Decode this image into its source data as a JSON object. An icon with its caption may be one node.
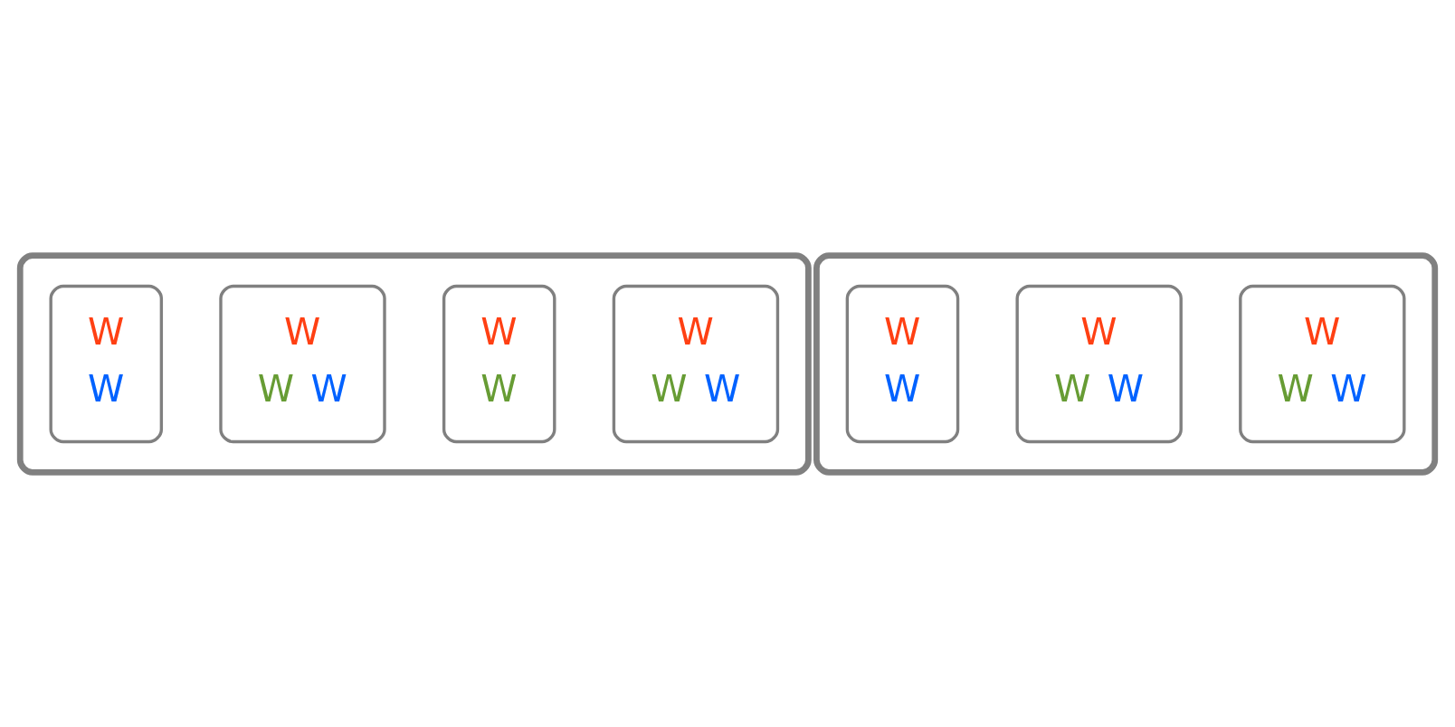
{
  "diagram": {
    "nodes": [
      {
        "text": [],
        "shape": "box"
      },
      {
        "text": [
          "W",
          "W",
          "W"
        ],
        "in": 0
      },
      {
        "text": [
          "W",
          "W"
        ],
        "in": 0
      },
      {
        "text": [
          "W",
          "W",
          "W"
        ],
        "in": 0
      },
      {
        "text": [
          "W",
          "W"
        ],
        "in": 0
      },
      {
        "text": [],
        "shape": "box"
      },
      {
        "text": [
          "W",
          "W",
          "W"
        ],
        "in": 5
      },
      {
        "text": [
          "W",
          "W",
          "W"
        ],
        "in": 5
      },
      {
        "text": [
          "W",
          "W"
        ],
        "in": 5
      }
    ]
  }
}
